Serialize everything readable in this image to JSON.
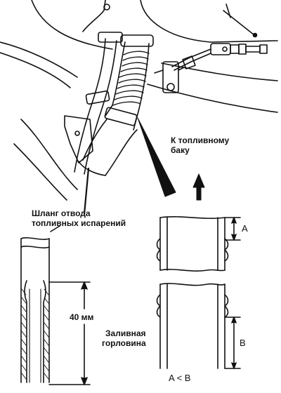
{
  "labels": {
    "to_tank_line1": "К топливному",
    "to_tank_line2": "баку",
    "vapor_hose_line1": "Шланг отвода",
    "vapor_hose_line2": "топливных испарений",
    "dimension_40": "40 мм",
    "filler_neck_line1": "Заливная",
    "filler_neck_line2": "горловина",
    "dim_a": "A",
    "dim_b": "B",
    "a_less_b": "A < B"
  },
  "colors": {
    "ink": "#111111",
    "paper": "#ffffff"
  }
}
